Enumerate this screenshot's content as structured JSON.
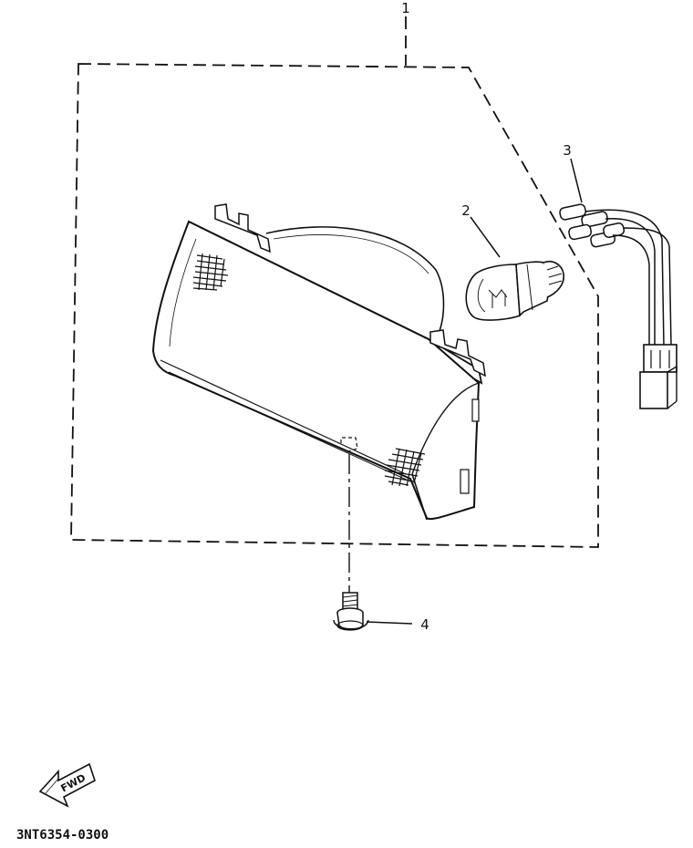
{
  "diagram": {
    "callouts": [
      {
        "id": "1",
        "label": "1"
      },
      {
        "id": "2",
        "label": "2"
      },
      {
        "id": "3",
        "label": "3"
      },
      {
        "id": "4",
        "label": "4"
      }
    ],
    "direction_label": "FWD",
    "part_code": "3NT6354-0300"
  }
}
